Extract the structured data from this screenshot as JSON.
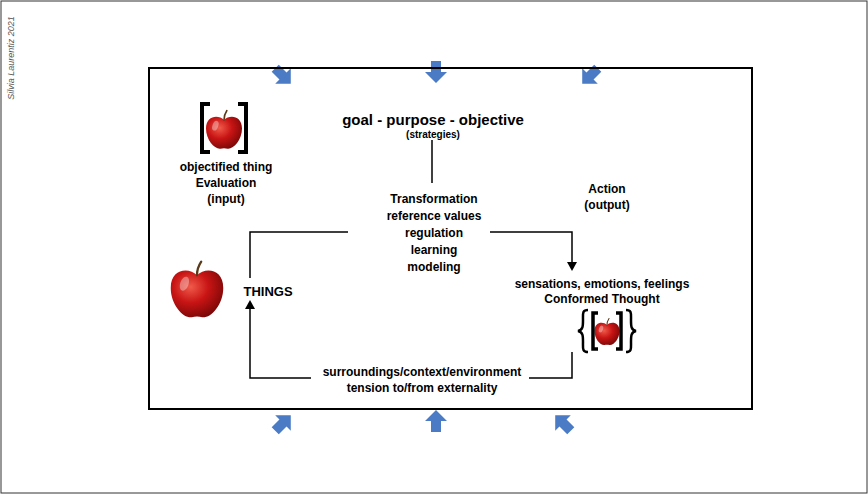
{
  "diagram": {
    "nodes": [
      {
        "text": [
          "goal - purpose - objective",
          "(strategies)",
          "objectified thing Evaluation (input)",
          "Action (output)",
          "Transformation reference values regulation learning modeling",
          "THINGS",
          "sensations, emotions, feelings Conformed Thought",
          "surroundings/context/environment tension to/from externality"
        ]
      }
    ],
    "labels": [
      "Silvia Laurentiz 2021"
    ]
  }
}
